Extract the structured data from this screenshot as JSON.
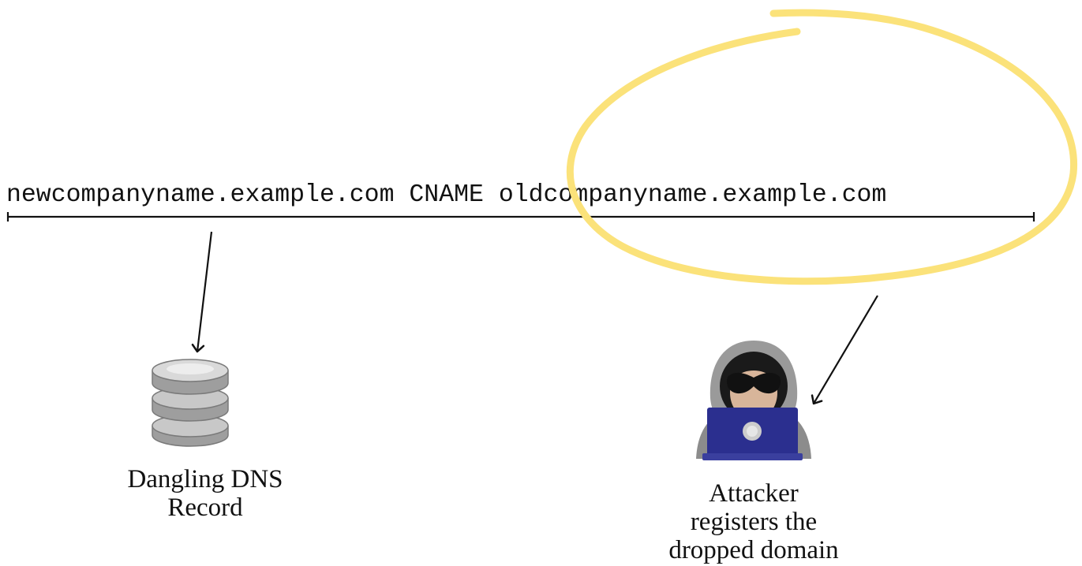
{
  "dns_record": {
    "source_domain": "newcompanyname.example.com",
    "record_type": "CNAME",
    "target_domain": "oldcompanyname.example.com"
  },
  "labels": {
    "dangling_record": [
      "Dangling DNS",
      "Record"
    ],
    "attacker": [
      "Attacker",
      "registers the",
      "dropped domain"
    ]
  },
  "icons": {
    "database": "database-icon",
    "attacker": "hooded-hacker-laptop-icon"
  },
  "colors": {
    "highlight": "#FBE27A",
    "laptop": "#2B2F8F",
    "hood": "#8C8C8C",
    "database": "#B4B4B4",
    "ink": "#111111"
  }
}
